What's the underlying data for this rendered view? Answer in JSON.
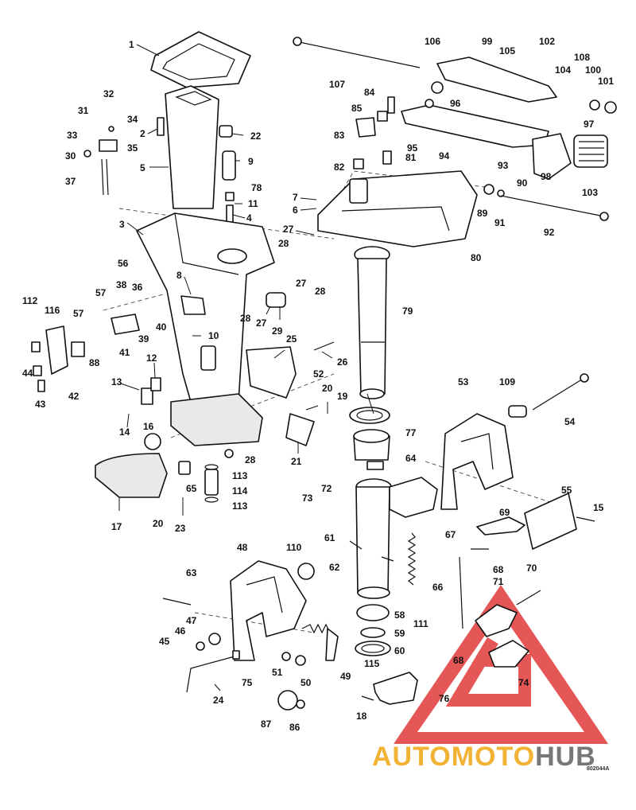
{
  "watermark": {
    "part1": "AUTOMOTO",
    "part2": "HUB"
  },
  "figure_code": "802044A",
  "callouts": [
    {
      "id": "c1",
      "text": "1"
    },
    {
      "id": "c2",
      "text": "2"
    },
    {
      "id": "c3",
      "text": "3"
    },
    {
      "id": "c4",
      "text": "4"
    },
    {
      "id": "c5",
      "text": "5"
    },
    {
      "id": "c6",
      "text": "6"
    },
    {
      "id": "c7",
      "text": "7"
    },
    {
      "id": "c8",
      "text": "8"
    },
    {
      "id": "c9",
      "text": "9"
    },
    {
      "id": "c10",
      "text": "10"
    },
    {
      "id": "c11",
      "text": "11"
    },
    {
      "id": "c12",
      "text": "12"
    },
    {
      "id": "c13",
      "text": "13"
    },
    {
      "id": "c14",
      "text": "14"
    },
    {
      "id": "c15",
      "text": "15"
    },
    {
      "id": "c16",
      "text": "16"
    },
    {
      "id": "c17",
      "text": "17"
    },
    {
      "id": "c18",
      "text": "18"
    },
    {
      "id": "c19",
      "text": "19"
    },
    {
      "id": "c20a",
      "text": "20"
    },
    {
      "id": "c20b",
      "text": "20"
    },
    {
      "id": "c21",
      "text": "21"
    },
    {
      "id": "c22",
      "text": "22"
    },
    {
      "id": "c23",
      "text": "23"
    },
    {
      "id": "c24",
      "text": "24"
    },
    {
      "id": "c25",
      "text": "25"
    },
    {
      "id": "c26",
      "text": "26"
    },
    {
      "id": "c27a",
      "text": "27"
    },
    {
      "id": "c27b",
      "text": "27"
    },
    {
      "id": "c27c",
      "text": "27"
    },
    {
      "id": "c28a",
      "text": "28"
    },
    {
      "id": "c28b",
      "text": "28"
    },
    {
      "id": "c28c",
      "text": "28"
    },
    {
      "id": "c28d",
      "text": "28"
    },
    {
      "id": "c29",
      "text": "29"
    },
    {
      "id": "c30",
      "text": "30"
    },
    {
      "id": "c31",
      "text": "31"
    },
    {
      "id": "c32",
      "text": "32"
    },
    {
      "id": "c33",
      "text": "33"
    },
    {
      "id": "c34",
      "text": "34"
    },
    {
      "id": "c35",
      "text": "35"
    },
    {
      "id": "c36",
      "text": "36"
    },
    {
      "id": "c37",
      "text": "37"
    },
    {
      "id": "c38",
      "text": "38"
    },
    {
      "id": "c39",
      "text": "39"
    },
    {
      "id": "c40",
      "text": "40"
    },
    {
      "id": "c41",
      "text": "41"
    },
    {
      "id": "c42",
      "text": "42"
    },
    {
      "id": "c43",
      "text": "43"
    },
    {
      "id": "c44",
      "text": "44"
    },
    {
      "id": "c45",
      "text": "45"
    },
    {
      "id": "c46",
      "text": "46"
    },
    {
      "id": "c47",
      "text": "47"
    },
    {
      "id": "c48",
      "text": "48"
    },
    {
      "id": "c49",
      "text": "49"
    },
    {
      "id": "c50",
      "text": "50"
    },
    {
      "id": "c51",
      "text": "51"
    },
    {
      "id": "c52",
      "text": "52"
    },
    {
      "id": "c53",
      "text": "53"
    },
    {
      "id": "c54",
      "text": "54"
    },
    {
      "id": "c55",
      "text": "55"
    },
    {
      "id": "c56",
      "text": "56"
    },
    {
      "id": "c57a",
      "text": "57"
    },
    {
      "id": "c57b",
      "text": "57"
    },
    {
      "id": "c58",
      "text": "58"
    },
    {
      "id": "c59",
      "text": "59"
    },
    {
      "id": "c60",
      "text": "60"
    },
    {
      "id": "c61",
      "text": "61"
    },
    {
      "id": "c62",
      "text": "62"
    },
    {
      "id": "c63",
      "text": "63"
    },
    {
      "id": "c64",
      "text": "64"
    },
    {
      "id": "c65",
      "text": "65"
    },
    {
      "id": "c66",
      "text": "66"
    },
    {
      "id": "c67",
      "text": "67"
    },
    {
      "id": "c68a",
      "text": "68"
    },
    {
      "id": "c68b",
      "text": "68"
    },
    {
      "id": "c69",
      "text": "69"
    },
    {
      "id": "c70",
      "text": "70"
    },
    {
      "id": "c71",
      "text": "71"
    },
    {
      "id": "c72",
      "text": "72"
    },
    {
      "id": "c73",
      "text": "73"
    },
    {
      "id": "c74",
      "text": "74"
    },
    {
      "id": "c75",
      "text": "75"
    },
    {
      "id": "c76",
      "text": "76"
    },
    {
      "id": "c77",
      "text": "77"
    },
    {
      "id": "c78",
      "text": "78"
    },
    {
      "id": "c79",
      "text": "79"
    },
    {
      "id": "c80",
      "text": "80"
    },
    {
      "id": "c81",
      "text": "81"
    },
    {
      "id": "c82",
      "text": "82"
    },
    {
      "id": "c83",
      "text": "83"
    },
    {
      "id": "c84",
      "text": "84"
    },
    {
      "id": "c85",
      "text": "85"
    },
    {
      "id": "c86",
      "text": "86"
    },
    {
      "id": "c87",
      "text": "87"
    },
    {
      "id": "c88",
      "text": "88"
    },
    {
      "id": "c89",
      "text": "89"
    },
    {
      "id": "c90",
      "text": "90"
    },
    {
      "id": "c91",
      "text": "91"
    },
    {
      "id": "c92",
      "text": "92"
    },
    {
      "id": "c93",
      "text": "93"
    },
    {
      "id": "c94",
      "text": "94"
    },
    {
      "id": "c95",
      "text": "95"
    },
    {
      "id": "c96",
      "text": "96"
    },
    {
      "id": "c97",
      "text": "97"
    },
    {
      "id": "c98",
      "text": "98"
    },
    {
      "id": "c99",
      "text": "99"
    },
    {
      "id": "c100",
      "text": "100"
    },
    {
      "id": "c101",
      "text": "101"
    },
    {
      "id": "c102",
      "text": "102"
    },
    {
      "id": "c103",
      "text": "103"
    },
    {
      "id": "c104",
      "text": "104"
    },
    {
      "id": "c105",
      "text": "105"
    },
    {
      "id": "c106",
      "text": "106"
    },
    {
      "id": "c107",
      "text": "107"
    },
    {
      "id": "c108",
      "text": "108"
    },
    {
      "id": "c109",
      "text": "109"
    },
    {
      "id": "c110",
      "text": "110"
    },
    {
      "id": "c111",
      "text": "111"
    },
    {
      "id": "c112",
      "text": "112"
    },
    {
      "id": "c113a",
      "text": "113"
    },
    {
      "id": "c113b",
      "text": "113"
    },
    {
      "id": "c114",
      "text": "114"
    },
    {
      "id": "c115",
      "text": "115"
    },
    {
      "id": "c116",
      "text": "116"
    }
  ]
}
